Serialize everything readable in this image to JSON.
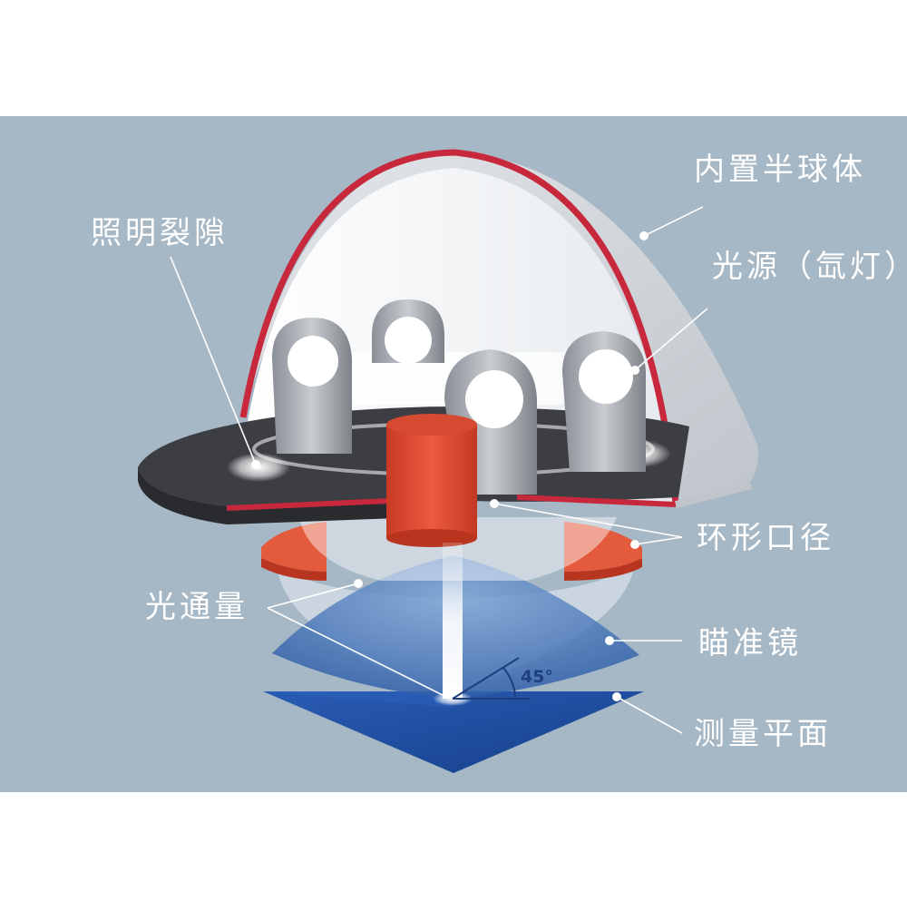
{
  "diagram": {
    "labels": {
      "hemisphere": "内置半球体",
      "light_source": "光源（氙灯）",
      "illumination_gap": "照明裂隙",
      "annular_aperture": "环形口径",
      "luminous_flux": "光通量",
      "collimator": "瞄准镜",
      "measurement_plane": "测量平面"
    },
    "angle_label": "45°",
    "colors": {
      "background": "#a6b7c5",
      "hemisphere_shell": "#d8dee3",
      "hemisphere_rim": "#c8283c",
      "base_plate": "#3c3e43",
      "aperture": "#e0503a",
      "measurement_plane": "#1f4a9c",
      "callout_line": "#ffffff"
    },
    "icons": [
      "lamp-holder-icon",
      "aperture-cylinder-icon"
    ]
  }
}
